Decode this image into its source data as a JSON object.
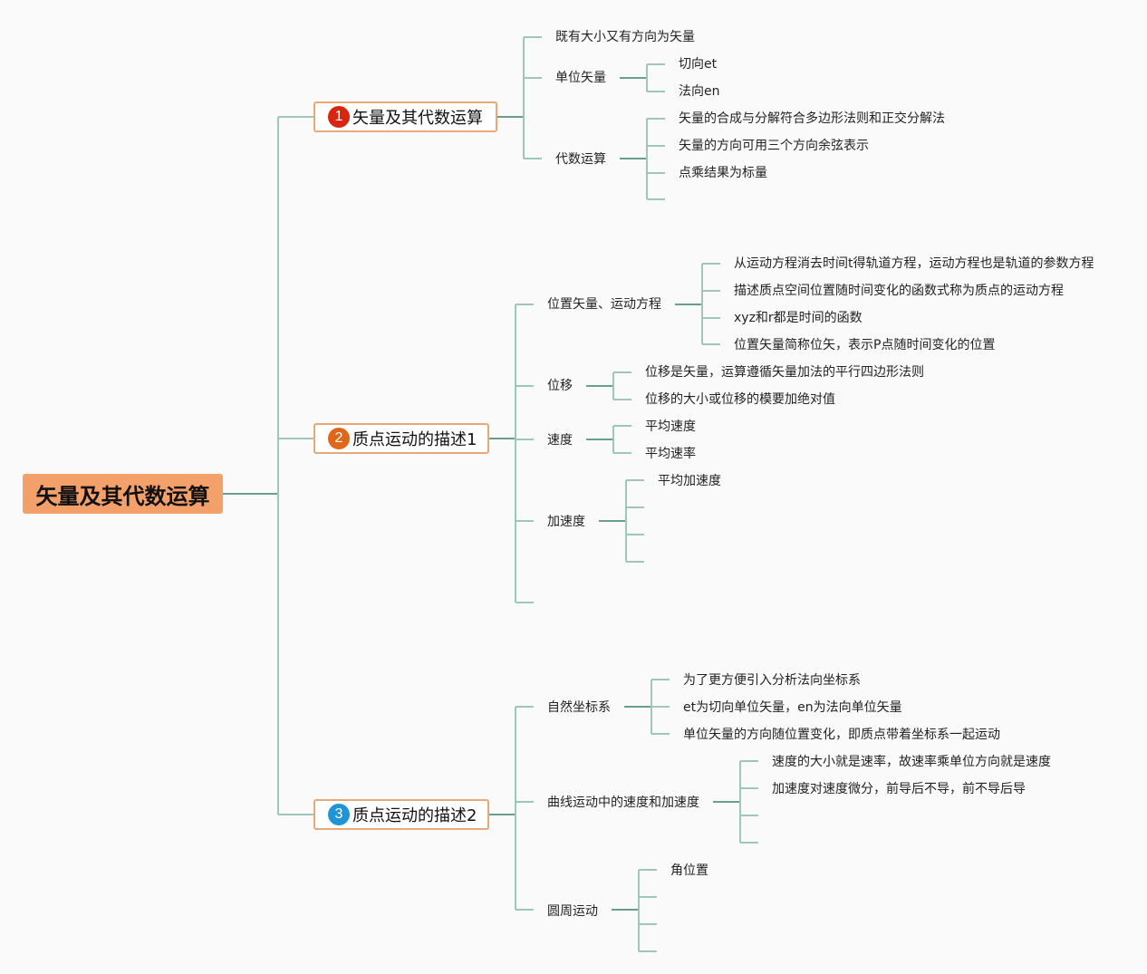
{
  "colors": {
    "root_fill": "#f4a06b",
    "branch_border": "#e8a878",
    "line_main": "#6a9e8e",
    "line_light": "#9fc6ba",
    "badge_1": "#d9260f",
    "badge_2": "#e0661a",
    "badge_3": "#1f95d8"
  },
  "root": {
    "label": "矢量及其代数运算"
  },
  "branches": [
    {
      "badge": "1",
      "label": "矢量及其代数运算",
      "children": [
        {
          "label": "既有大小又有方向为矢量",
          "children": []
        },
        {
          "label": "单位矢量",
          "children": [
            {
              "label": "切向et"
            },
            {
              "label": "法向en"
            }
          ]
        },
        {
          "label": "代数运算",
          "children": [
            {
              "label": "矢量的合成与分解符合多边形法则和正交分解法"
            },
            {
              "label": "矢量的方向可用三个方向余弦表示"
            },
            {
              "label": "点乘结果为标量"
            },
            {
              "label": ""
            }
          ]
        }
      ]
    },
    {
      "badge": "2",
      "label": "质点运动的描述1",
      "children": [
        {
          "label": "位置矢量、运动方程",
          "children": [
            {
              "label": "从运动方程消去时间t得轨道方程，运动方程也是轨道的参数方程"
            },
            {
              "label": "描述质点空间位置随时间变化的函数式称为质点的运动方程"
            },
            {
              "label": "xyz和r都是时间的函数"
            },
            {
              "label": "位置矢量简称位矢，表示P点随时间变化的位置"
            }
          ]
        },
        {
          "label": "位移",
          "children": [
            {
              "label": "位移是矢量，运算遵循矢量加法的平行四边形法则"
            },
            {
              "label": "位移的大小或位移的模要加绝对值"
            }
          ]
        },
        {
          "label": "速度",
          "children": [
            {
              "label": "平均速度"
            },
            {
              "label": "平均速率"
            }
          ]
        },
        {
          "label": "加速度",
          "children": [
            {
              "label": "平均加速度"
            },
            {
              "label": ""
            },
            {
              "label": ""
            },
            {
              "label": ""
            }
          ]
        },
        {
          "label": "",
          "children": []
        }
      ]
    },
    {
      "badge": "3",
      "label": "质点运动的描述2",
      "children": [
        {
          "label": "自然坐标系",
          "children": [
            {
              "label": "为了更方便引入分析法向坐标系"
            },
            {
              "label": "et为切向单位矢量，en为法向单位矢量"
            },
            {
              "label": "单位矢量的方向随位置变化，即质点带着坐标系一起运动"
            }
          ]
        },
        {
          "label": "曲线运动中的速度和加速度",
          "children": [
            {
              "label": "速度的大小就是速率，故速率乘单位方向就是速度"
            },
            {
              "label": "加速度对速度微分，前导后不导，前不导后导"
            },
            {
              "label": ""
            },
            {
              "label": ""
            }
          ]
        },
        {
          "label": "圆周运动",
          "children": [
            {
              "label": "角位置"
            },
            {
              "label": ""
            },
            {
              "label": ""
            },
            {
              "label": ""
            }
          ]
        }
      ]
    }
  ]
}
